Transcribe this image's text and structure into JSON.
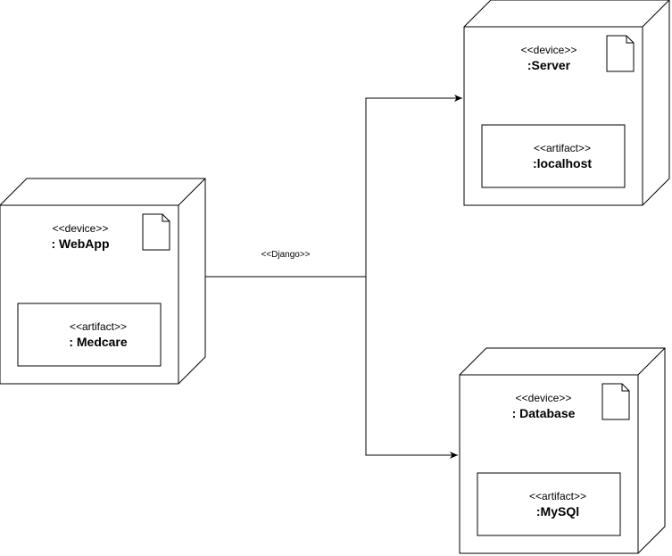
{
  "nodes": {
    "webapp": {
      "stereotype": "<<device>>",
      "name": ": WebApp",
      "artifact": {
        "stereotype": "<<artifact>>",
        "name": ": Medcare"
      }
    },
    "server": {
      "stereotype": "<<device>>",
      "name": ":Server",
      "artifact": {
        "stereotype": "<<artifact>>",
        "name": ":localhost"
      }
    },
    "database": {
      "stereotype": "<<device>>",
      "name": ": Database",
      "artifact": {
        "stereotype": "<<artifact>>",
        "name": ":MySQl"
      }
    }
  },
  "connection": {
    "label": "<<Django>>"
  }
}
